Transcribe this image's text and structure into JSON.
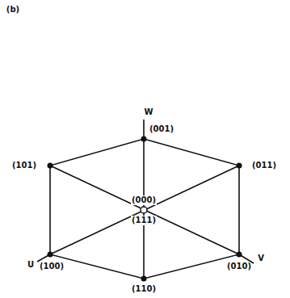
{
  "diagram": {
    "labels": [
      "(b)",
      "W",
      "(001)",
      "(101)",
      "(011)",
      "(000)",
      "(111)",
      "U",
      "(100)",
      "V",
      "(010)",
      "(110)"
    ]
  }
}
